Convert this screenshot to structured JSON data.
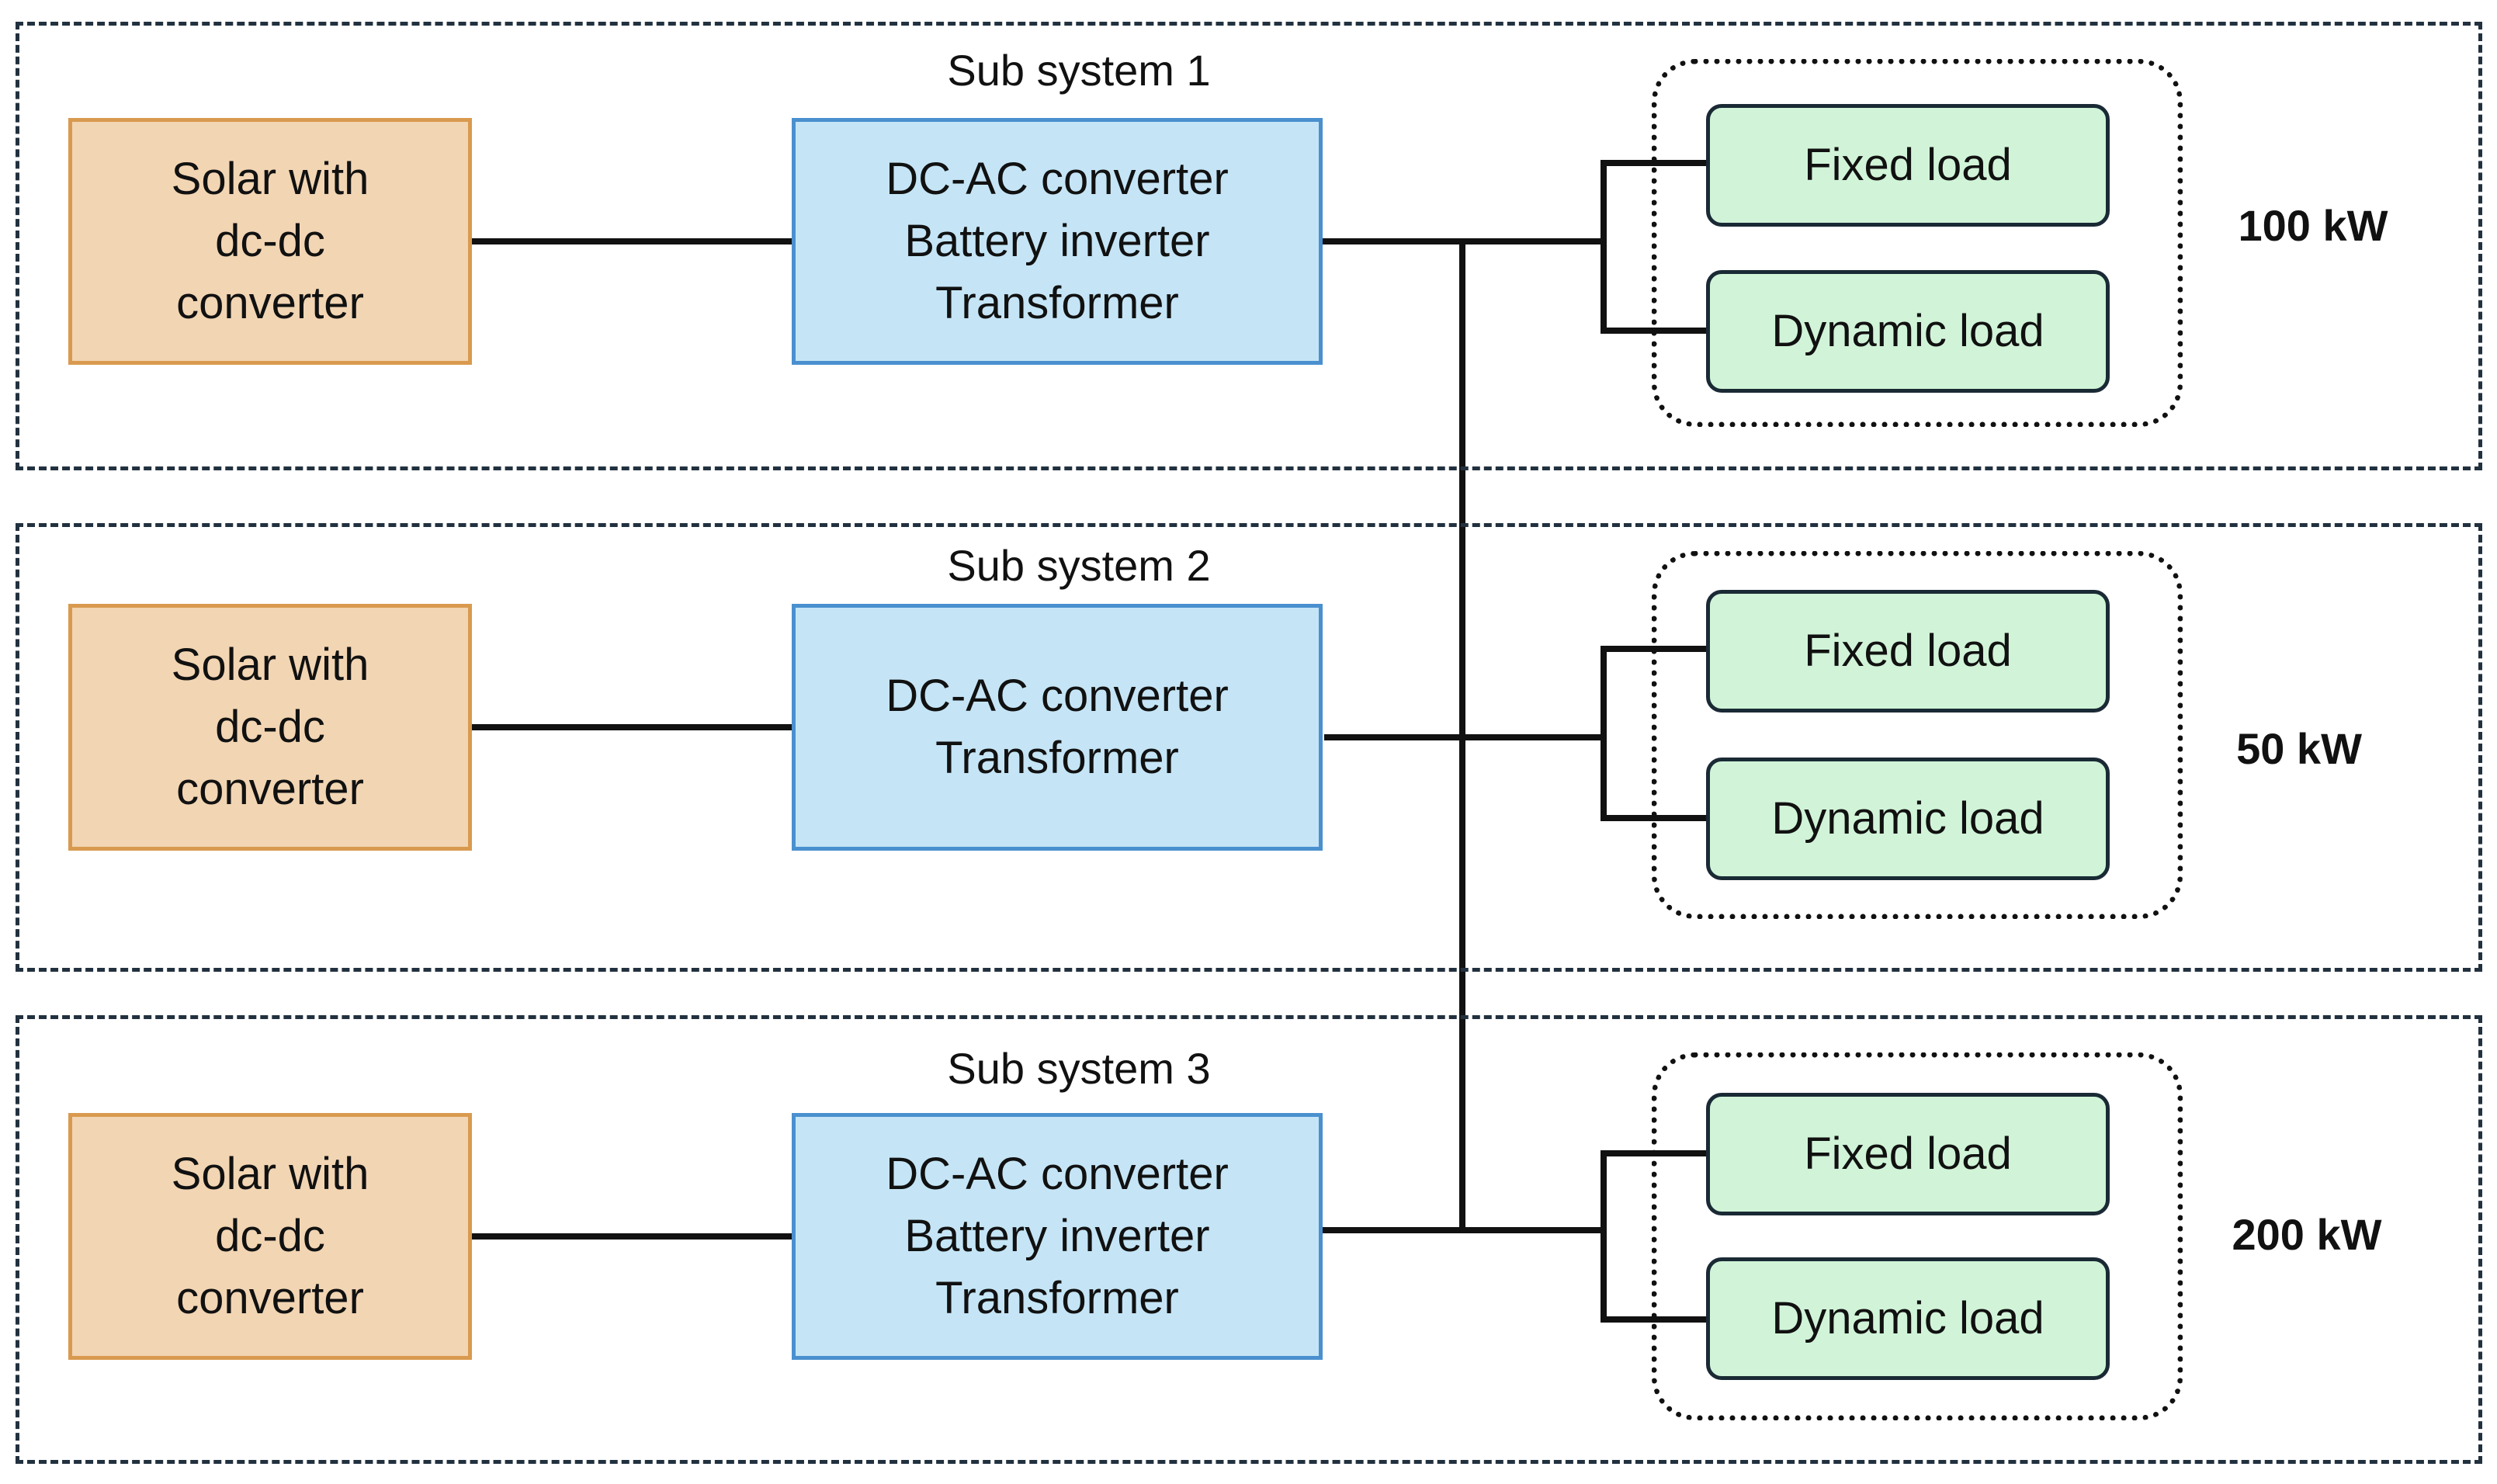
{
  "subsystems": [
    {
      "title": "Sub system 1",
      "source": [
        "Solar with",
        "dc-dc",
        "converter"
      ],
      "converter": [
        "DC-AC converter",
        "Battery inverter",
        "Transformer"
      ],
      "loads": [
        "Fixed load",
        "Dynamic load"
      ],
      "power": "100 kW"
    },
    {
      "title": "Sub system 2",
      "source": [
        "Solar with",
        "dc-dc",
        "converter"
      ],
      "converter": [
        "DC-AC converter",
        "Transformer"
      ],
      "loads": [
        "Fixed load",
        "Dynamic load"
      ],
      "power": "50 kW"
    },
    {
      "title": "Sub system 3",
      "source": [
        "Solar with",
        "dc-dc",
        "converter"
      ],
      "converter": [
        "DC-AC converter",
        "Battery inverter",
        "Transformer"
      ],
      "loads": [
        "Fixed load",
        "Dynamic load"
      ],
      "power": "200 kW"
    }
  ],
  "colors": {
    "solar_fill": "#f2d5b3",
    "solar_border": "#d99a4f",
    "converter_fill": "#c5e5f6",
    "converter_border": "#4a90cf",
    "load_fill": "#d1f4d8",
    "line": "#111111"
  }
}
